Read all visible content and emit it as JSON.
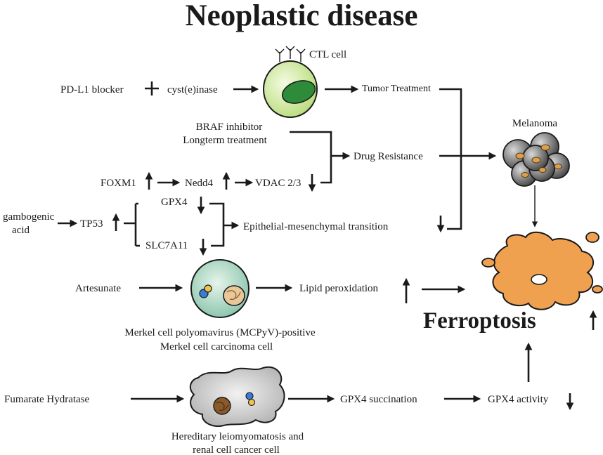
{
  "title": "Neoplastic disease",
  "labels": {
    "ctl_cell": "CTL cell",
    "pdl1_blocker": "PD-L1 blocker",
    "plus": "+",
    "cysteinase": "cyst(e)inase",
    "tumor_treatment": "Tumor Treatment",
    "braf_line1": "BRAF inhibitor",
    "braf_line2": "Longterm treatment",
    "drug_resistance": "Drug Resistance",
    "melanoma": "Melanoma",
    "foxm1": "FOXM1",
    "nedd4": "Nedd4",
    "vdac": "VDAC 2/3",
    "gambogenic_line1": "gambogenic",
    "gambogenic_line2": "acid",
    "tp53": "TP53",
    "gpx4": "GPX4",
    "slc7a11": "SLC7A11",
    "emt": "Epithelial-mesenchymal transition",
    "artesunate": "Artesunate",
    "lipid_peroxidation": "Lipid peroxidation",
    "merkel_line1": "Merkel cell polyomavirus (MCPyV)-positive",
    "merkel_line2": "Merkel cell carcinoma  cell",
    "ferroptosis": "Ferroptosis",
    "fumarate": "Fumarate Hydratase",
    "gpx4_succination": "GPX4 succination",
    "gpx4_activity": "GPX4 activity",
    "hlrcc_line1": "Hereditary leiomyomatosis and",
    "hlrcc_line2": "renal cell cancer cell"
  },
  "colors": {
    "ink": "#1a1a1a",
    "ctl_outer": "#d9ecb3",
    "ctl_nucleus": "#2e8b3a",
    "merkel_outer": "#b7dccc",
    "melanoma_cell": "#555555",
    "ferroptosis_cell": "#f0a150",
    "hlrcc_cell": "#d3d3d3",
    "nucleus_brown": "#b07a3a"
  }
}
